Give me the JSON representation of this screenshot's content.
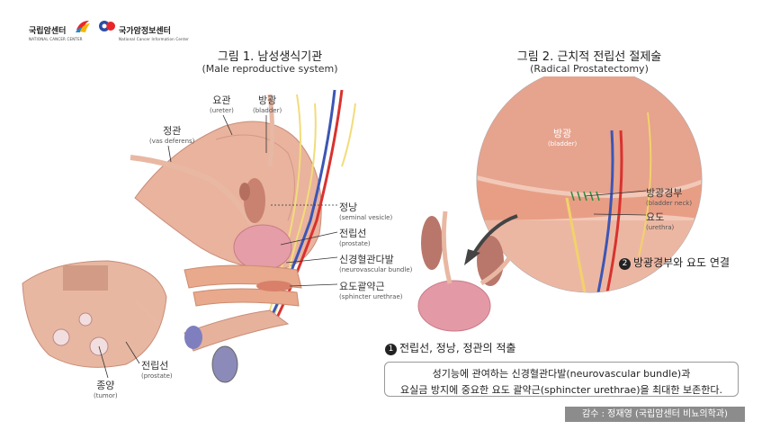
{
  "logos": {
    "org1": {
      "name": "국립암센터",
      "sub": "NATIONAL CANCER CENTER"
    },
    "org2": {
      "name": "국가암정보센터",
      "sub": "National Cancer Information Center"
    }
  },
  "figure1": {
    "title": "그림 1. 남성생식기관",
    "subtitle": "(Male reproductive system)",
    "labels": {
      "ureter": {
        "ko": "요관",
        "en": "(ureter)"
      },
      "bladder": {
        "ko": "방광",
        "en": "(bladder)"
      },
      "vas_deferens": {
        "ko": "정관",
        "en": "(vas deferens)"
      },
      "seminal_vesicle": {
        "ko": "정낭",
        "en": "(seminal vesicle)"
      },
      "prostate": {
        "ko": "전립선",
        "en": "(prostate)"
      },
      "neurovascular_bundle": {
        "ko": "신경혈관다발",
        "en": "(neurovascular bundle)"
      },
      "sphincter_urethrae": {
        "ko": "요도괄약근",
        "en": "(sphincter urethrae)"
      },
      "tumor": {
        "ko": "종양",
        "en": "(tumor)"
      },
      "prostate_inset": {
        "ko": "전립선",
        "en": "(prostate)"
      }
    }
  },
  "figure2": {
    "title": "그림 2. 근치적 전립선 절제술",
    "subtitle": "(Radical Prostatectomy)",
    "labels": {
      "bladder": {
        "ko": "방광",
        "en": "(bladder)"
      },
      "bladder_neck": {
        "ko": "방광경부",
        "en": "(bladder neck)"
      },
      "urethra": {
        "ko": "요도",
        "en": "(urethra)"
      }
    },
    "steps": [
      {
        "num": "1",
        "text": "전립선, 정낭, 정관의 적출"
      },
      {
        "num": "2",
        "text": "방광경부와 요도 연결"
      }
    ]
  },
  "note": {
    "line1": "성기능에 관여하는 신경혈관다발(neurovascular bundle)과",
    "line2": "요실금 방지에 중요한 요도 괄약근(sphincter urethrae)을 최대한 보존한다."
  },
  "credit": "감수 : 정재영 (국립암센터 비뇨의학과)"
}
